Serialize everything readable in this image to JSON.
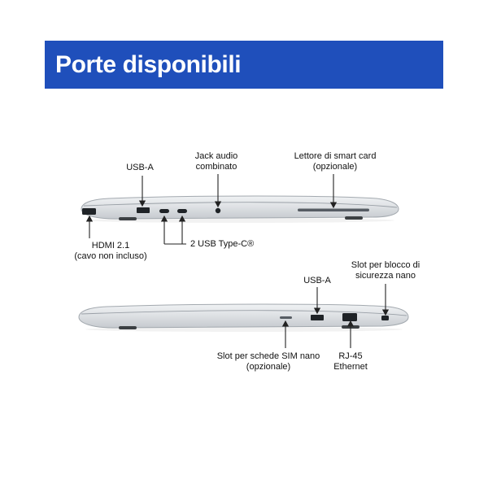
{
  "header": {
    "title": "Porte disponibili"
  },
  "colors": {
    "header_bg": "#1f4fbb",
    "label_text": "#111111",
    "arrow": "#222222",
    "laptop_silver": "#dfe2e5"
  },
  "top_view": {
    "usb_a_label": "USB-A",
    "audio_jack_label": "Jack audio\ncombinato",
    "smart_card_label": "Lettore di smart card\n(opzionale)",
    "hdmi_label": "HDMI 2.1\n(cavo non incluso)",
    "usb_c_label": "2 USB Type-C®"
  },
  "bottom_view": {
    "usb_a_label": "USB-A",
    "security_lock_label": "Slot per blocco di\nsicurezza nano",
    "sim_label": "Slot per schede SIM nano\n(opzionale)",
    "rj45_label": "RJ-45\nEthernet"
  }
}
